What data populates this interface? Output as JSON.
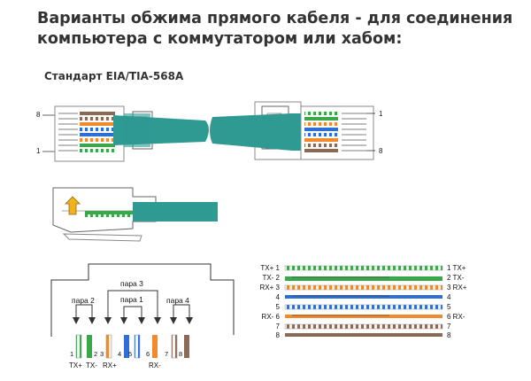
{
  "title": "Варианты обжима прямого кабеля - для соединения компьютера с коммутатором или хабом:",
  "subtitle": "Стандарт EIA/TIA-568A",
  "colors": {
    "cable": "#2f9a92",
    "white": "#f4f4f4",
    "green": "#3aa84a",
    "orange": "#f08a2c",
    "blue": "#2e6fd6",
    "brown": "#8a6a55",
    "arrow": "#f2b21e"
  },
  "connector_diagram": {
    "left_pin_labels": [
      "8",
      "1"
    ],
    "right_pin_labels": [
      "1",
      "8"
    ]
  },
  "pair_diagram": {
    "pairs": [
      "пара 2",
      "пара 3",
      "пара 1",
      "пара 4"
    ],
    "pin_numbers": [
      "1",
      "2",
      "3",
      "4",
      "5",
      "6",
      "7",
      "8"
    ],
    "bottom_labels": [
      "TX+",
      "TX-",
      "RX+",
      "RX-"
    ]
  },
  "wire_map": {
    "rows": [
      {
        "left": "TX+ 1",
        "right": "1 TX+"
      },
      {
        "left": "TX- 2",
        "right": "2 TX-"
      },
      {
        "left": "RX+ 3",
        "right": "3 RX+"
      },
      {
        "left": "4",
        "right": "4"
      },
      {
        "left": "5",
        "right": "5"
      },
      {
        "left": "RX- 6",
        "right": "6 RX-"
      },
      {
        "left": "7",
        "right": "7"
      },
      {
        "left": "8",
        "right": "8"
      }
    ]
  }
}
